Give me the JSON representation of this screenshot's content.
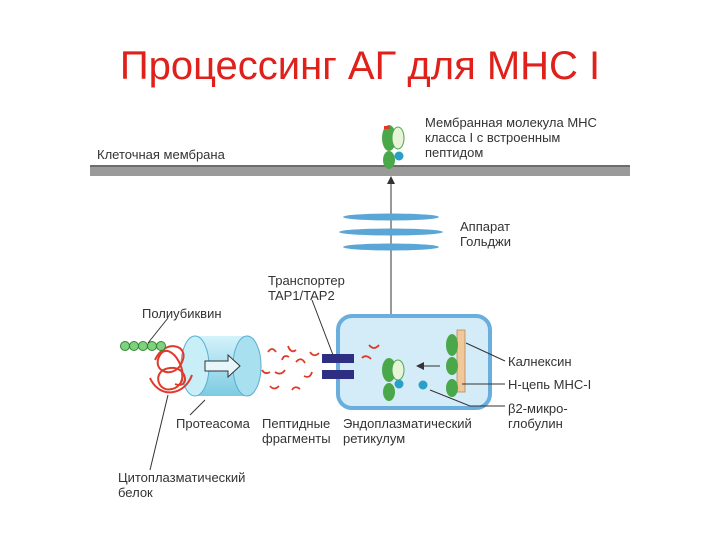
{
  "title": "Процессинг АГ для МНС I",
  "labels": {
    "cell_membrane": "Клеточная мембрана",
    "mhc_membrane": [
      "Мембранная молекула МНС",
      "класса I с встроенным",
      "пептидом"
    ],
    "golgi": [
      "Аппарат",
      "Гольджи"
    ],
    "tap": [
      "Транспортер",
      "TAP1/TAP2"
    ],
    "polyubiquitin": "Полиубиквин",
    "calnexin": "Калнексин",
    "h_chain": "Н-цепь МНС-I",
    "b2m": [
      "β2-микро-",
      "глобулин"
    ],
    "proteasome": "Протеасома",
    "peptide_fragments": [
      "Пептидные",
      "фрагменты"
    ],
    "er": [
      "Эндоплазматический",
      "ретикулум"
    ],
    "cyto_protein": [
      "Цитоплазматический",
      "белок"
    ]
  },
  "colors": {
    "title": "#e0201a",
    "membrane": "#8a8a8a",
    "golgi": "#5aa6d6",
    "er_outline": "#6aaede",
    "er_fill": "#d4ecf8",
    "tap": "#2e2f82",
    "mhc_green": "#4aa84a",
    "b2m_cyan": "#2aa0c8",
    "calnexin": "#f0c89a",
    "peptide": "#e03a2a",
    "ubiquitin": "#48b048",
    "proteasome": "#a8e0f0"
  }
}
